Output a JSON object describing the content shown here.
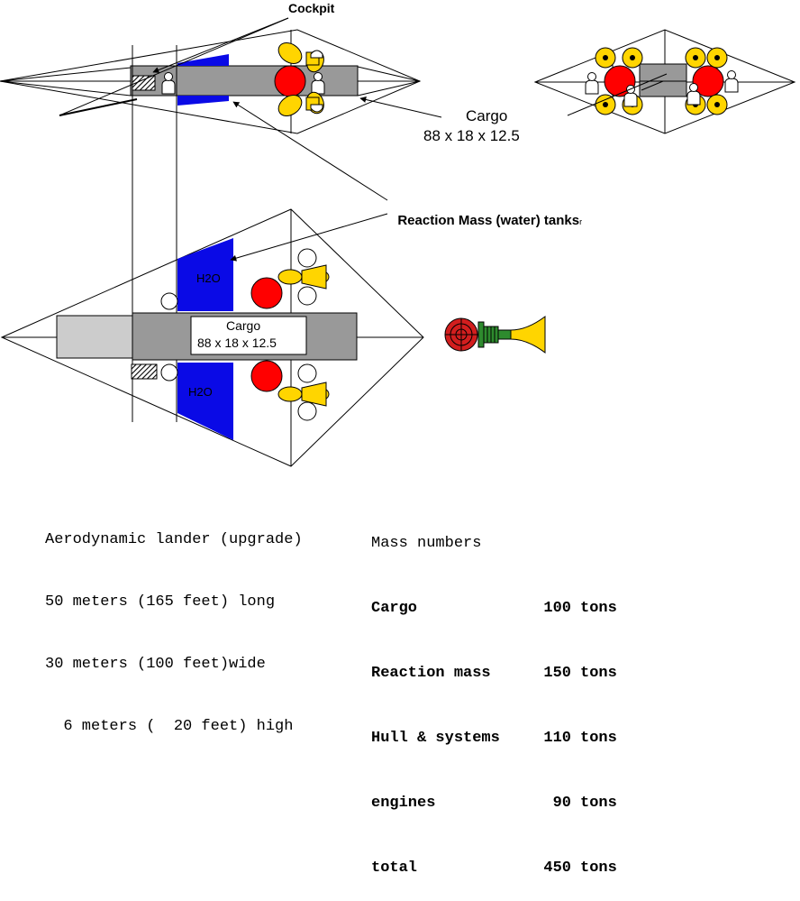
{
  "labels": {
    "cockpit": "Cockpit",
    "cargo_top": "Cargo",
    "cargo_top_dims": "88 x 18 x 12.5",
    "reaction_mass": "Reaction Mass (water) tanks",
    "reaction_mass_suffix": "r",
    "cargo_plan": "Cargo",
    "cargo_plan_dims": "88 x 18 x 12.5",
    "h2o_top": "H2O",
    "h2o_bottom": "H2O"
  },
  "specs": {
    "title": "Aerodynamic lander (upgrade)",
    "length": "50 meters (165 feet) long",
    "width": "30 meters (100 feet)wide",
    "height": "  6 meters (  20 feet) high"
  },
  "mass": {
    "heading": "Mass numbers",
    "rows": [
      {
        "name": "Cargo",
        "value": "100",
        "unit": "tons"
      },
      {
        "name": "Reaction mass",
        "value": "150",
        "unit": "tons"
      },
      {
        "name": "Hull & systems",
        "value": "110",
        "unit": "tons"
      },
      {
        "name": "engines",
        "value": "90",
        "unit": "tons"
      },
      {
        "name": "total",
        "value": "450",
        "unit": "tons"
      }
    ]
  },
  "colors": {
    "tank": "#0a0ae6",
    "cargo": "#999999",
    "cockpit_section": "#cccccc",
    "engine_red": "#ff0000",
    "thruster_yellow": "#ffd500",
    "crew": "#ffffff",
    "valve_green": "#2e8b2e"
  }
}
